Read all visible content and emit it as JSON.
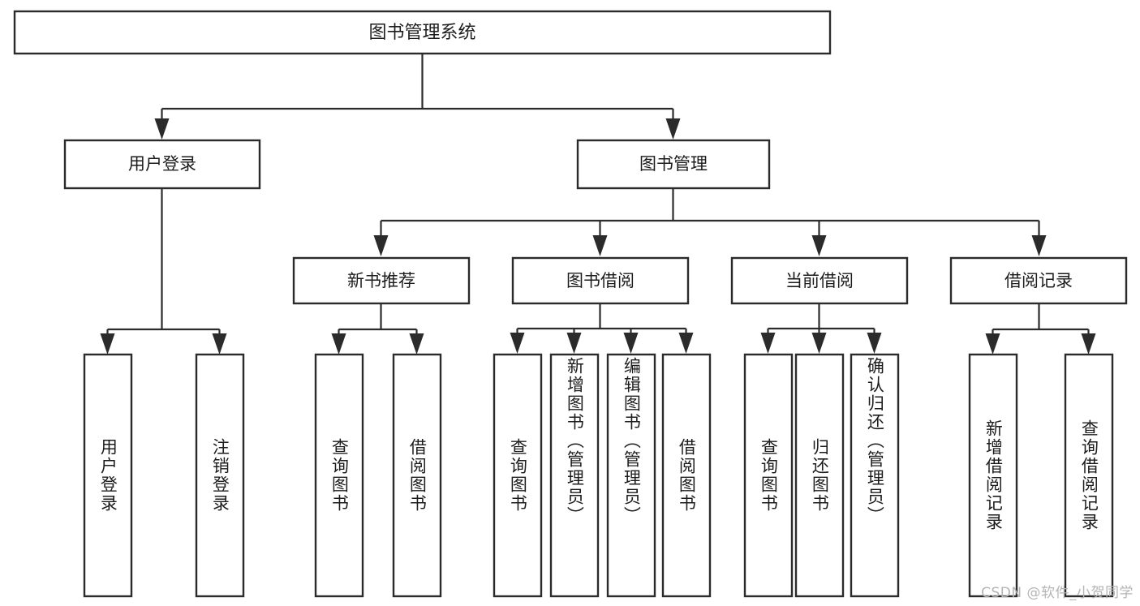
{
  "diagram": {
    "title": "图书管理系统",
    "type": "tree-hierarchy",
    "watermark": "CSDN @软件_小贺同学",
    "colors": {
      "background": "#ffffff",
      "box_fill": "#ffffff",
      "box_border": "#2b2b2b",
      "connector": "#2b2b2b",
      "text": "#1c1c1c",
      "watermark_text": "#b4b4b4"
    },
    "root": {
      "label": "图书管理系统"
    },
    "level2": [
      {
        "label": "用户登录"
      },
      {
        "label": "图书管理"
      }
    ],
    "level3": [
      {
        "label": "新书推荐"
      },
      {
        "label": "图书借阅"
      },
      {
        "label": "当前借阅"
      },
      {
        "label": "借阅记录"
      }
    ],
    "leaves": [
      {
        "label": "用户登录",
        "parent": "用户登录"
      },
      {
        "label": "注销登录",
        "parent": "用户登录"
      },
      {
        "label": "查询图书",
        "parent": "新书推荐"
      },
      {
        "label": "借阅图书",
        "parent": "新书推荐"
      },
      {
        "label": "查询图书",
        "parent": "图书借阅"
      },
      {
        "label": "新增图书（管理员）",
        "parent": "图书借阅"
      },
      {
        "label": "编辑图书（管理员）",
        "parent": "图书借阅"
      },
      {
        "label": "借阅图书",
        "parent": "图书借阅"
      },
      {
        "label": "查询图书",
        "parent": "当前借阅"
      },
      {
        "label": "归还图书",
        "parent": "当前借阅"
      },
      {
        "label": "确认归还（管理员）",
        "parent": "当前借阅"
      },
      {
        "label": "新增借阅记录",
        "parent": "借阅记录"
      },
      {
        "label": "查询借阅记录",
        "parent": "借阅记录"
      }
    ]
  }
}
